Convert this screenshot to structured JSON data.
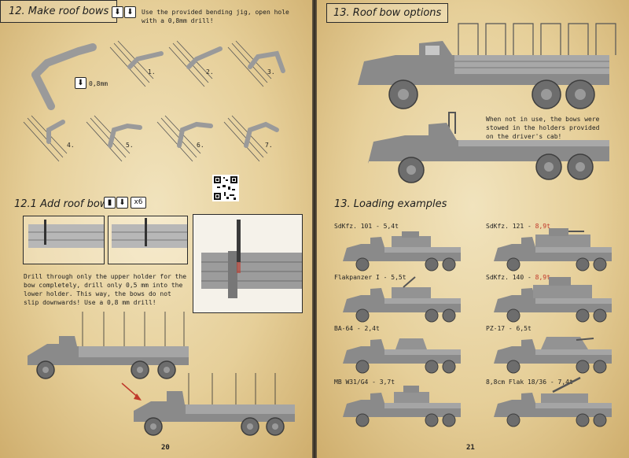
{
  "left_page": {
    "section12": {
      "title": "12. Make roof bows",
      "instruction": "Use the provided bending jig, open hole with a 0,8mm drill!",
      "drill_size": "0,8mm",
      "steps": [
        "1.",
        "2.",
        "3.",
        "4.",
        "5.",
        "6.",
        "7."
      ]
    },
    "section12_1": {
      "title": "12.1 Add roof bows",
      "count": "x6",
      "instruction": "Drill through only the upper holder for the bow completely, drill only 0,5 mm into the lower holder. This way, the bows do not slip downwards! Use a 0,8 mm drill!"
    },
    "page_number": "20"
  },
  "right_page": {
    "section13": {
      "title": "13. Roof bow options",
      "note": "When not in use, the bows were stowed in the holders provided on the driver's cab!"
    },
    "loading": {
      "title": "13. Loading examples",
      "examples": [
        {
          "name": "SdKfz. 101 - ",
          "weight": "5,4t",
          "highlight": false
        },
        {
          "name": "SdKfz. 121 - ",
          "weight": "8,9t",
          "highlight": true
        },
        {
          "name": "Flakpanzer I - ",
          "weight": "5,5t",
          "highlight": false
        },
        {
          "name": "SdKfz. 140 - ",
          "weight": "8,9t",
          "highlight": true
        },
        {
          "name": "BA-64 - ",
          "weight": "2,4t",
          "highlight": false
        },
        {
          "name": "PZ-17 - ",
          "weight": "6,5t",
          "highlight": false
        },
        {
          "name": "MB W31/G4 - ",
          "weight": "3,7t",
          "highlight": false
        },
        {
          "name": "8,8cm Flak 18/36 - ",
          "weight": "7,4t",
          "highlight": false
        }
      ]
    },
    "page_number": "21"
  },
  "colors": {
    "paper": "#e6cf99",
    "accent_red": "#c0392b",
    "model_grey": "#8a8a8a"
  }
}
